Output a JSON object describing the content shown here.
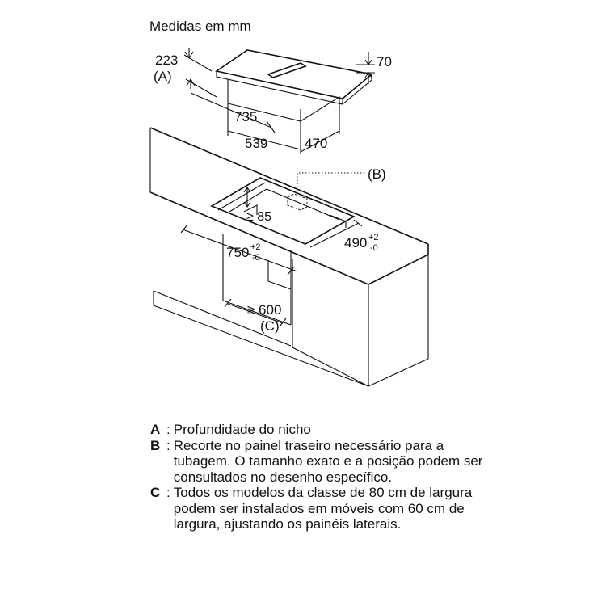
{
  "diagram": {
    "units_title": "Medidas em mm",
    "dims": {
      "d223": "223",
      "labelA": "(A)",
      "d70": "70",
      "d735": "735",
      "d539": "539",
      "d470": "470",
      "labelB": "(B)",
      "d85": "≥ 85",
      "d750": "750",
      "d750_tol_plus": "+2",
      "d750_tol_minus": "-0",
      "d490": "490",
      "d490_tol_plus": "+2",
      "d490_tol_minus": "-0",
      "d600": "≥ 600",
      "labelC": "(C)"
    }
  },
  "legend": [
    {
      "key": "A",
      "text": "Profundidade do nicho"
    },
    {
      "key": "B",
      "text": "Recorte no painel traseiro necessário para a tubagem. O tamanho exato e a posição podem ser consultados no desenho específico."
    },
    {
      "key": "C",
      "text": "Todos os modelos da classe de 80 cm de largura podem ser instalados em móveis com 60 cm de largura, ajustando os painéis laterais."
    }
  ]
}
